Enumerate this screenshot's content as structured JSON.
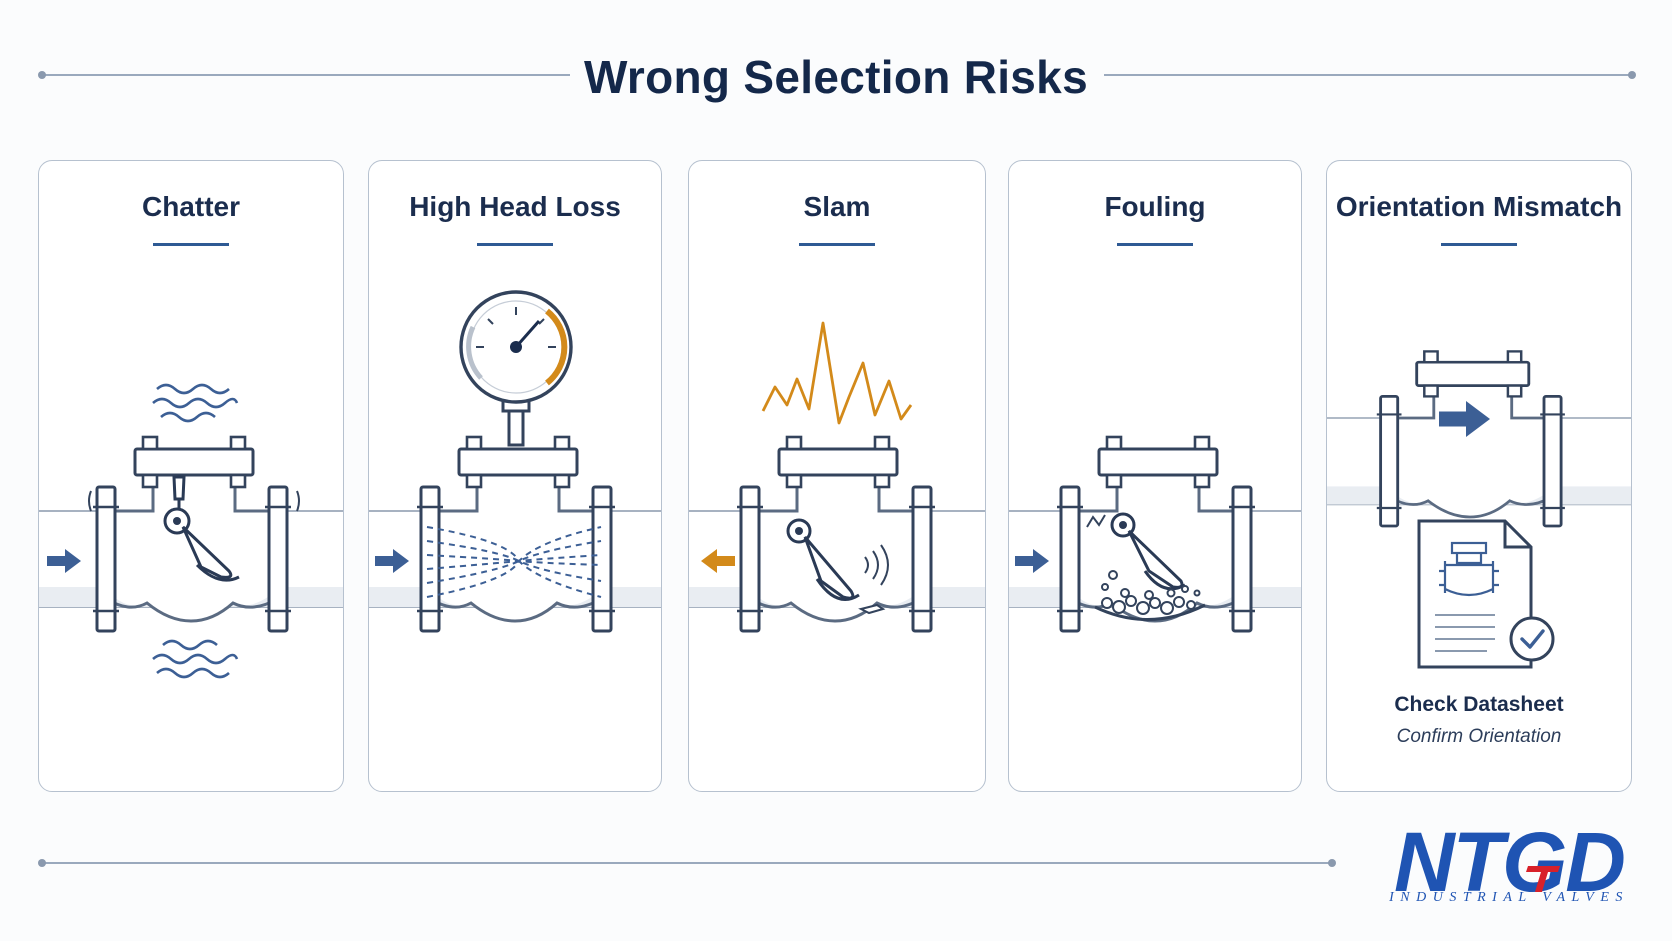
{
  "header": {
    "title": "Wrong Selection Risks"
  },
  "panels": [
    {
      "title": "Chatter"
    },
    {
      "title": "High Head Loss"
    },
    {
      "title": "Slam"
    },
    {
      "title": "Fouling"
    },
    {
      "title": "Orientation Mismatch",
      "caption": "Check Datasheet",
      "subcaption": "Confirm Orientation"
    }
  ],
  "logo": {
    "mark": "NTGD",
    "tagline": "INDUSTRIAL VALVES"
  },
  "colors": {
    "navy": "#1b2d4e",
    "accent_blue": "#3c5f95",
    "warning_orange": "#d38a1a",
    "brand_blue": "#1f54b3",
    "brand_red": "#d8212a"
  },
  "icons": [
    "flow-arrow-icon",
    "vibration-wave-icon",
    "pressure-gauge-icon",
    "spike-graph-icon",
    "debris-icon",
    "datasheet-icon",
    "checkmark-icon"
  ]
}
